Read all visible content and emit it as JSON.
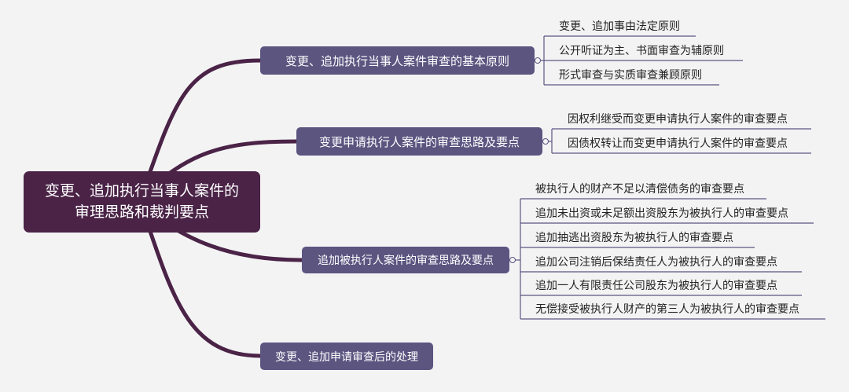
{
  "root": {
    "line1": "变更、追加执行当事人案件的",
    "line2": "审理思路和裁判要点"
  },
  "branches": [
    {
      "label": "变更、追加执行当事人案件审查的基本原则",
      "children": [
        "变更、追加事由法定原则",
        "公开听证为主、书面审查为辅原则",
        "形式审查与实质审查兼顾原则"
      ]
    },
    {
      "label": "变更申请执行人案件的审查思路及要点",
      "children": [
        "因权利继受而变更申请执行人案件的审查要点",
        "因债权转让而变更申请执行人案件的审查要点"
      ]
    },
    {
      "label": "追加被执行人案件的审查思路及要点",
      "children": [
        "被执行人的财产不足以清偿债务的审查要点",
        "追加未出资或未足额出资股东为被执行人的审查要点",
        "追加抽逃出资股东为被执行人的审查要点",
        "追加公司注销后保结责任人为被执行人的审查要点",
        "追加一人有限责任公司股东为被执行人的审查要点",
        "无偿接受被执行人财产的第三人为被执行人的审查要点"
      ]
    },
    {
      "label": "变更、追加申请审查后的处理",
      "children": []
    }
  ],
  "colors": {
    "root_bg": "#4a2347",
    "branch_bg": "#5b5580",
    "main_connector": "#4a2347",
    "leaf_line": "#5b5580"
  }
}
